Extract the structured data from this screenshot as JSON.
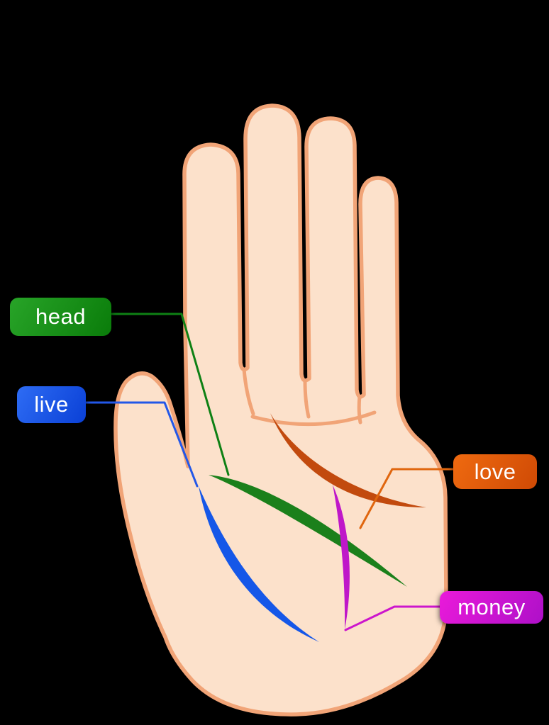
{
  "background_color": "#000000",
  "hand": {
    "skin_color": "#fce1cb",
    "outline_color": "#f1a477"
  },
  "labels": {
    "head": {
      "text": "head",
      "badge_colors": [
        "#28a428",
        "#0a7c0a"
      ],
      "leader_color": "#0e8014"
    },
    "live": {
      "text": "live",
      "badge_colors": [
        "#2e6cf4",
        "#0a40d6"
      ],
      "leader_color": "#2257e8"
    },
    "love": {
      "text": "love",
      "badge_colors": [
        "#ef6a10",
        "#cf4a05"
      ],
      "leader_color": "#e0660f"
    },
    "money": {
      "text": "money",
      "badge_colors": [
        "#ea1ada",
        "#ae10c8"
      ],
      "leader_color": "#cc16cc"
    }
  },
  "palm_lines": {
    "head_line_color": "#1b801b",
    "life_line_color": "#1557e8",
    "love_line_color": "#c24a0e",
    "money_line_color": "#bf17c9"
  }
}
